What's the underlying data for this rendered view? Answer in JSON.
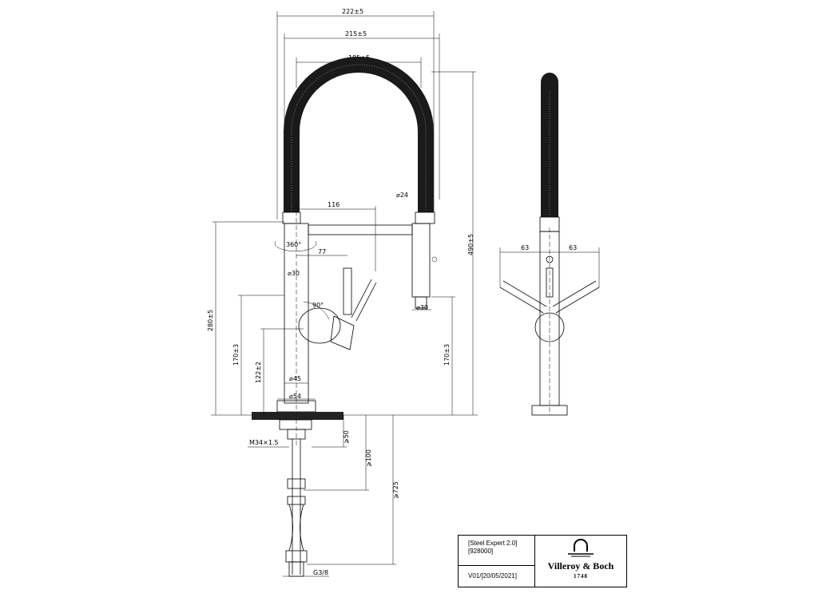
{
  "dimensions": {
    "width_222": "222±5",
    "width_215": "215±5",
    "width_185": "185±5",
    "d24": "⌀24",
    "reach_116": "116",
    "swivel_360": "360°",
    "lever_77": "77",
    "d30_top": "⌀30",
    "d30_spray": "⌀30",
    "angle_90": "90°",
    "height_280": "280±5",
    "height_490": "490±5",
    "height_170_left": "170±3",
    "height_170_right": "170±3",
    "height_122": "122±2",
    "d45": "⌀45",
    "d54": "⌀54",
    "thread_m34": "M34×1.5",
    "depth_50": "⩾50",
    "depth_100": "⩾100",
    "depth_725": "⩾725",
    "thread_g38": "G3/8",
    "side_63_left": "63",
    "side_63_right": "63"
  },
  "title_block": {
    "product_name": "[Steel Expert 2.0]",
    "product_code": "[928000]",
    "version": "V01/[20/05/2021]",
    "brand": "Villeroy & Boch",
    "brand_year": "1748"
  }
}
